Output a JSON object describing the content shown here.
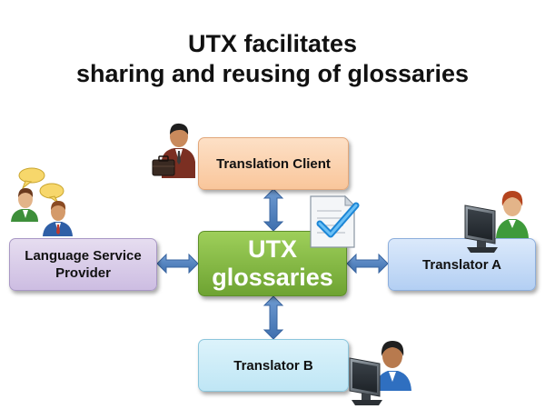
{
  "title": {
    "line1": "UTX facilitates",
    "line2": "sharing and reusing of glossaries"
  },
  "nodes": {
    "center": {
      "line1": "UTX",
      "line2": "glossaries"
    },
    "client": {
      "label": "Translation Client"
    },
    "lsp": {
      "line1": "Language Service",
      "line2": "Provider"
    },
    "translator_a": {
      "label": "Translator A"
    },
    "translator_b": {
      "label": "Translator B"
    }
  },
  "icons": {
    "client_icon": "businessman-briefcase-icon",
    "lsp_icon": "people-talking-icon",
    "translator_a_icon": "person-at-computer-icon",
    "translator_b_icon": "person-at-computer-icon",
    "center_icon": "document-checkmark-icon"
  },
  "colors": {
    "arrow": "#4f81bd",
    "center": "#7cb342",
    "client": "#f9c69b",
    "lsp": "#cdbde2",
    "translator_a": "#b3cff3",
    "translator_b": "#bfe6f5"
  }
}
